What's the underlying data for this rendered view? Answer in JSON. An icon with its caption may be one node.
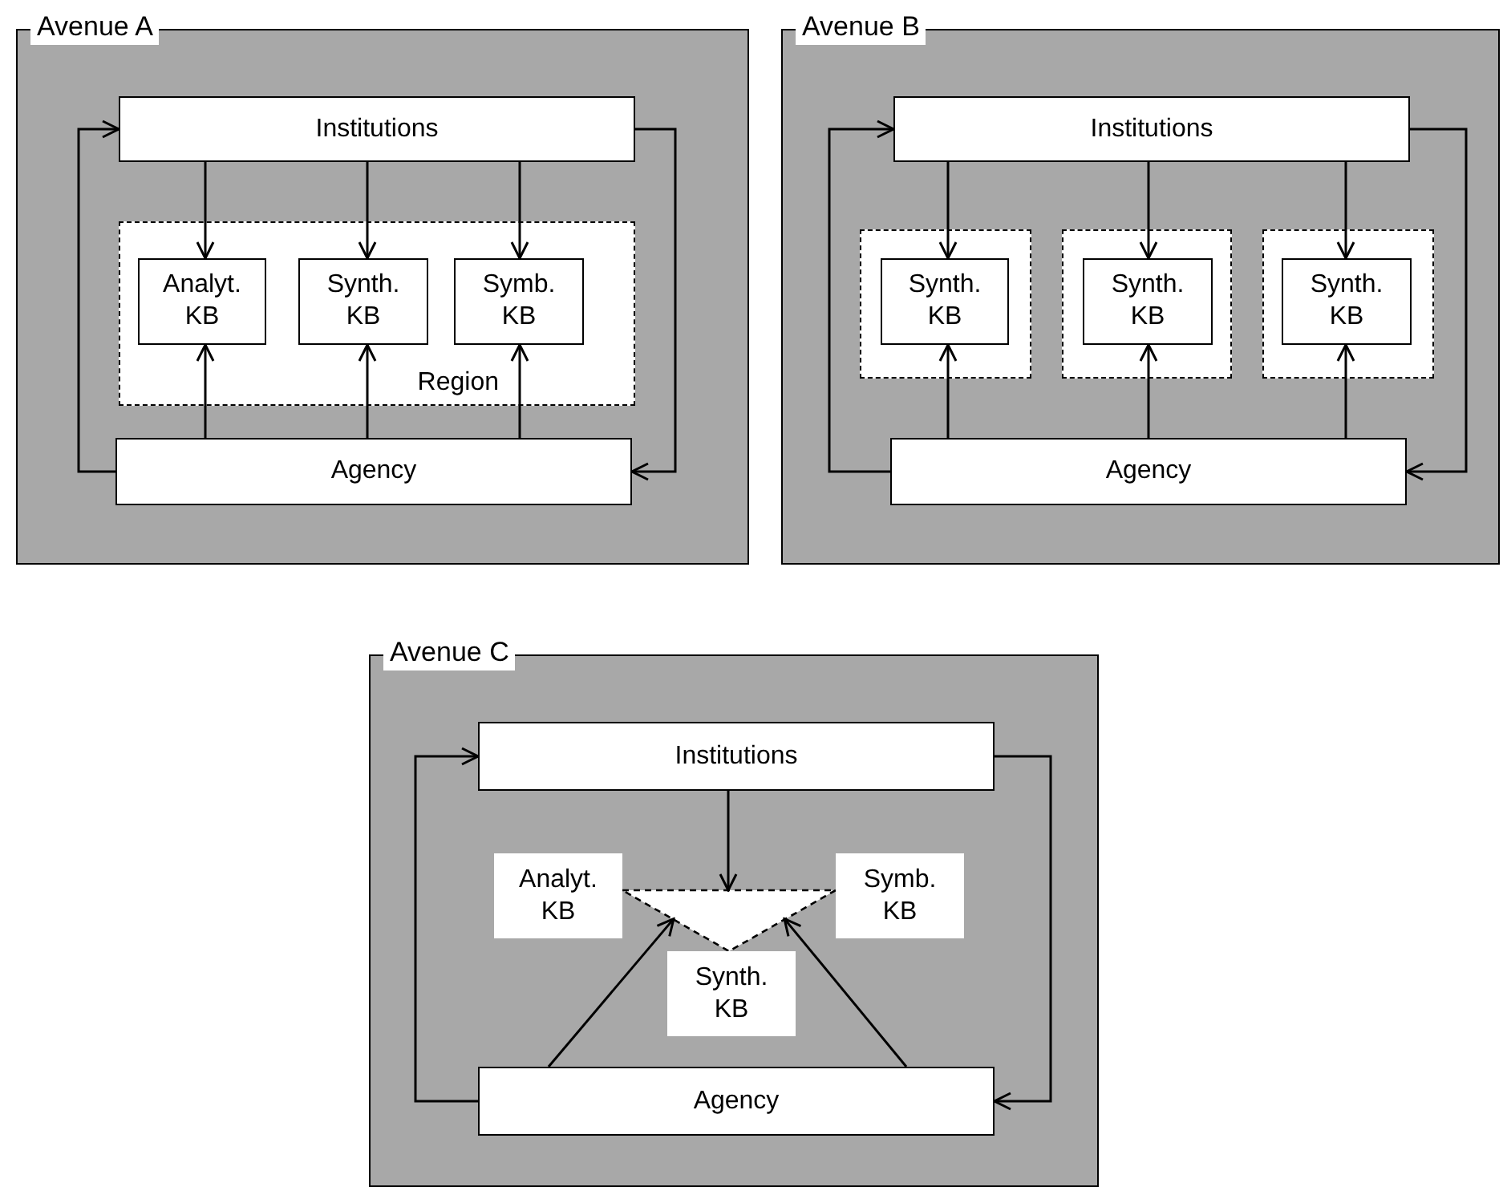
{
  "diagram": {
    "nodes": [
      {
        "text": [
          "Avenue A"
        ]
      },
      {
        "text": [
          "Institutions"
        ],
        "in": 0
      },
      {
        "text": [
          "Region"
        ],
        "in": 0
      },
      {
        "text": [
          "Analyt. KB"
        ],
        "in": 2
      },
      {
        "text": [
          "Synth. KB"
        ],
        "in": 2
      },
      {
        "text": [
          "Symb. KB"
        ],
        "in": 2
      },
      {
        "text": [
          "Agency"
        ],
        "in": 0
      },
      {
        "text": [
          "Avenue B"
        ]
      },
      {
        "text": [
          "Institutions"
        ],
        "in": 7
      },
      {
        "text": [],
        "shape": "box",
        "in": 7
      },
      {
        "text": [
          "Synth. KB"
        ],
        "in": 9
      },
      {
        "text": [],
        "shape": "box",
        "in": 7
      },
      {
        "text": [
          "Synth. KB"
        ],
        "in": 11
      },
      {
        "text": [],
        "shape": "box",
        "in": 7
      },
      {
        "text": [
          "Synth. KB"
        ],
        "in": 13
      },
      {
        "text": [
          "Agency"
        ],
        "in": 7
      },
      {
        "text": [
          "Avenue C"
        ]
      },
      {
        "text": [
          "Institutions"
        ],
        "in": 16
      },
      {
        "text": [],
        "shape": "triangle",
        "in": 16
      },
      {
        "text": [
          "Analyt. KB"
        ],
        "in": 16
      },
      {
        "text": [
          "Symb. KB"
        ],
        "in": 16
      },
      {
        "text": [
          "Synth. KB"
        ],
        "in": 16
      },
      {
        "text": [
          "Agency"
        ],
        "in": 16
      }
    ],
    "edges": [
      {
        "from": 1,
        "to": 3,
        "arrow": "to"
      },
      {
        "from": 1,
        "to": 4,
        "arrow": "to"
      },
      {
        "from": 1,
        "to": 5,
        "arrow": "to"
      },
      {
        "from": 6,
        "to": 3,
        "arrow": "to"
      },
      {
        "from": 6,
        "to": 4,
        "arrow": "to"
      },
      {
        "from": 6,
        "to": 5,
        "arrow": "to"
      },
      {
        "from": 6,
        "to": 1,
        "arrow": "to"
      },
      {
        "from": 1,
        "to": 6,
        "arrow": "to"
      },
      {
        "from": 8,
        "to": 10,
        "arrow": "to"
      },
      {
        "from": 8,
        "to": 12,
        "arrow": "to"
      },
      {
        "from": 8,
        "to": 14,
        "arrow": "to"
      },
      {
        "from": 15,
        "to": 10,
        "arrow": "to"
      },
      {
        "from": 15,
        "to": 12,
        "arrow": "to"
      },
      {
        "from": 15,
        "to": 14,
        "arrow": "to"
      },
      {
        "from": 15,
        "to": 8,
        "arrow": "to"
      },
      {
        "from": 8,
        "to": 15,
        "arrow": "to"
      },
      {
        "from": 17,
        "to": 18,
        "arrow": "to"
      },
      {
        "from": 22,
        "to": 18,
        "arrow": "to"
      },
      {
        "from": 22,
        "to": 18,
        "arrow": "to"
      },
      {
        "from": 22,
        "to": 17,
        "arrow": "to"
      },
      {
        "from": 17,
        "to": 22,
        "arrow": "to"
      }
    ]
  }
}
